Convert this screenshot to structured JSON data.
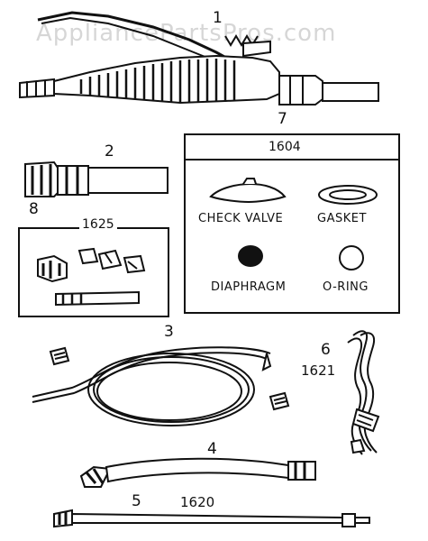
{
  "watermark": "AppliancePartsPros.com",
  "callouts": {
    "n1": "1",
    "n2": "2",
    "n3": "3",
    "n4": "4",
    "n5": "5",
    "n6": "6",
    "n7": "7",
    "n8": "8"
  },
  "part_numbers": {
    "kit7": "1604",
    "kit8": "1625",
    "part6": "1621",
    "part5": "1620"
  },
  "kit7_components": {
    "check_valve": "CHECK VALVE",
    "gasket": "GASKET",
    "diaphragm": "DIAPHRAGM",
    "o_ring": "O-RING"
  }
}
